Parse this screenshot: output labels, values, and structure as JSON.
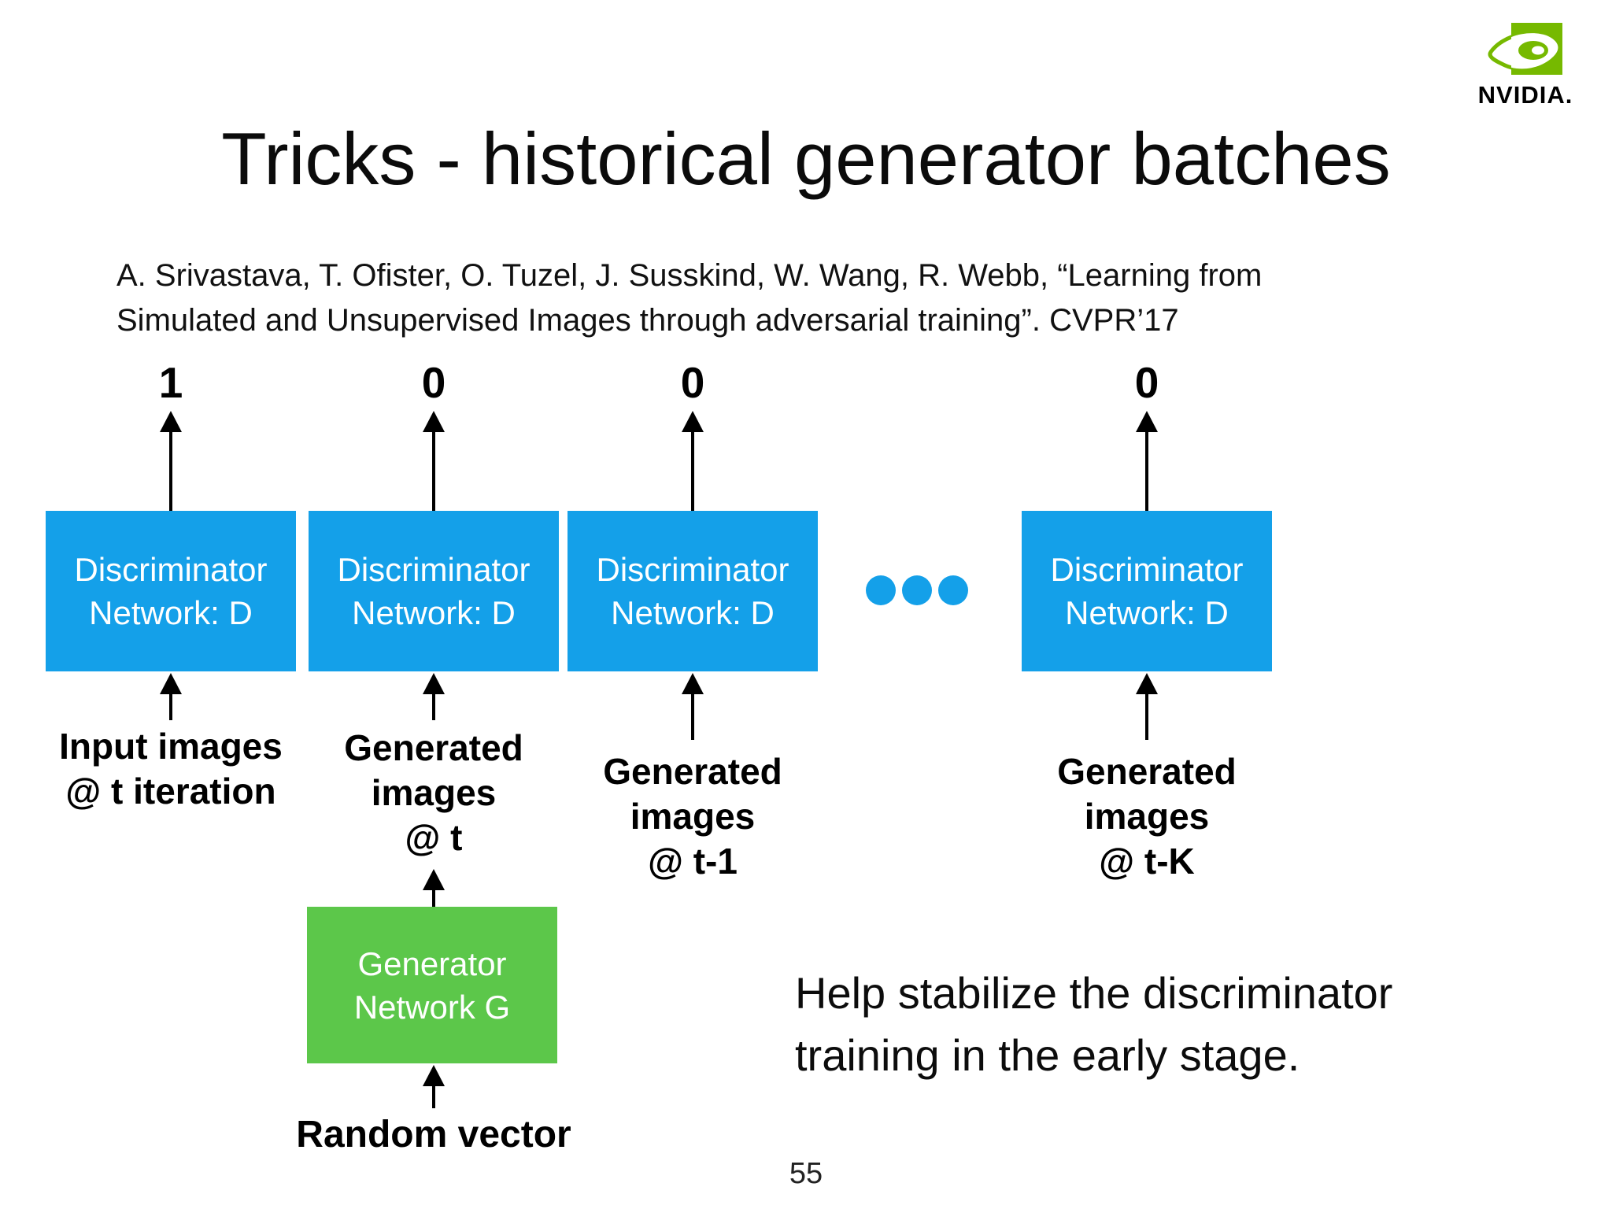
{
  "slide": {
    "title": "Tricks - historical generator batches",
    "citation": "A. Srivastava, T. Ofister, O. Tuzel, J. Susskind, W. Wang, R. Webb, “Learning from\nSimulated and Unsupervised Images through adversarial training”. CVPR’17",
    "note": "Help stabilize the discriminator\ntraining in the early stage.",
    "page_number": "55"
  },
  "logo": {
    "brand": "NVIDIA.",
    "green": "#76B900"
  },
  "diagram": {
    "columns": [
      {
        "output": "1",
        "box": "Discriminator\nNetwork: D",
        "input": "Input images\n@ t iteration"
      },
      {
        "output": "0",
        "box": "Discriminator\nNetwork: D",
        "input": "Generated\nimages\n@ t"
      },
      {
        "output": "0",
        "box": "Discriminator\nNetwork: D",
        "input": "Generated\nimages\n@ t-1"
      },
      {
        "output": "0",
        "box": "Discriminator\nNetwork: D",
        "input": "Generated\nimages\n@ t-K"
      }
    ],
    "generator": {
      "box": "Generator\nNetwork G",
      "input": "Random vector"
    },
    "colors": {
      "discriminator_blue": "#14A0E9",
      "generator_green": "#5CC74A",
      "arrow_black": "#000000"
    }
  }
}
